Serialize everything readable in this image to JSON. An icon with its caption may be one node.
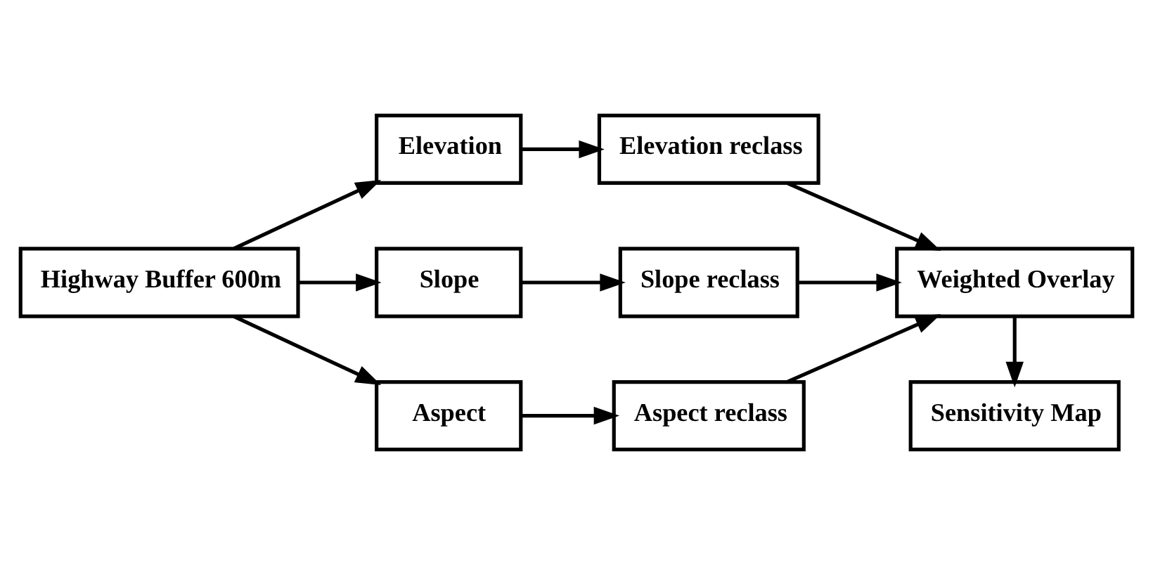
{
  "diagram": {
    "nodes": [
      {
        "text": [
          "Highway Buffer 600m"
        ]
      },
      {
        "text": [
          "Elevation"
        ]
      },
      {
        "text": [
          "Slope"
        ]
      },
      {
        "text": [
          "Aspect"
        ]
      },
      {
        "text": [
          "Elevation reclass"
        ]
      },
      {
        "text": [
          "Slope reclass"
        ]
      },
      {
        "text": [
          "Aspect reclass"
        ]
      },
      {
        "text": [
          "Weighted Overlay"
        ]
      },
      {
        "text": [
          "Sensitivity Map"
        ]
      }
    ],
    "edges": [
      {
        "from": 0,
        "to": 1,
        "arrow": "to"
      },
      {
        "from": 0,
        "to": 2,
        "arrow": "to"
      },
      {
        "from": 0,
        "to": 3,
        "arrow": "to"
      },
      {
        "from": 1,
        "to": 4,
        "arrow": "to"
      },
      {
        "from": 2,
        "to": 5,
        "arrow": "to"
      },
      {
        "from": 3,
        "to": 6,
        "arrow": "to"
      },
      {
        "from": 4,
        "to": 7,
        "arrow": "to"
      },
      {
        "from": 5,
        "to": 7,
        "arrow": "to"
      },
      {
        "from": 6,
        "to": 7,
        "arrow": "to"
      },
      {
        "from": 7,
        "to": 8,
        "arrow": "to"
      }
    ]
  }
}
